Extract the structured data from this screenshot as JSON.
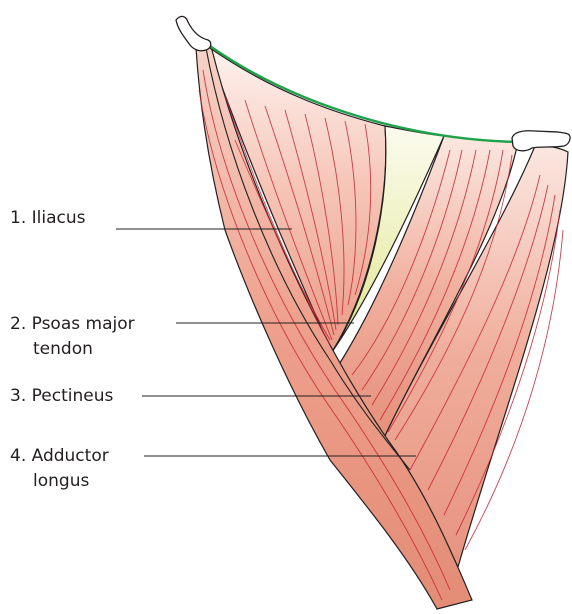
{
  "diagram": {
    "labels": [
      {
        "id": "iliacus",
        "number": "1.",
        "line1": "1. Iliacus"
      },
      {
        "id": "psoas-major-tendon",
        "number": "2.",
        "line1": "2. Psoas major",
        "line2": "tendon"
      },
      {
        "id": "pectineus",
        "number": "3.",
        "line1": "3. Pectineus"
      },
      {
        "id": "adductor-longus",
        "number": "4.",
        "line1": "4. Adductor",
        "line2": "longus"
      }
    ],
    "colors": {
      "inguinal_ligament": "#1ea24a",
      "muscle_light": "#fbe6df",
      "muscle_mid": "#f3b3a3",
      "muscle_dark": "#e58f7a",
      "fiber": "#c8202f",
      "tendon_light": "#f8f8e6",
      "tendon_dark": "#dfe58e",
      "outline": "#231f20",
      "leader_line": "#231f20"
    }
  }
}
